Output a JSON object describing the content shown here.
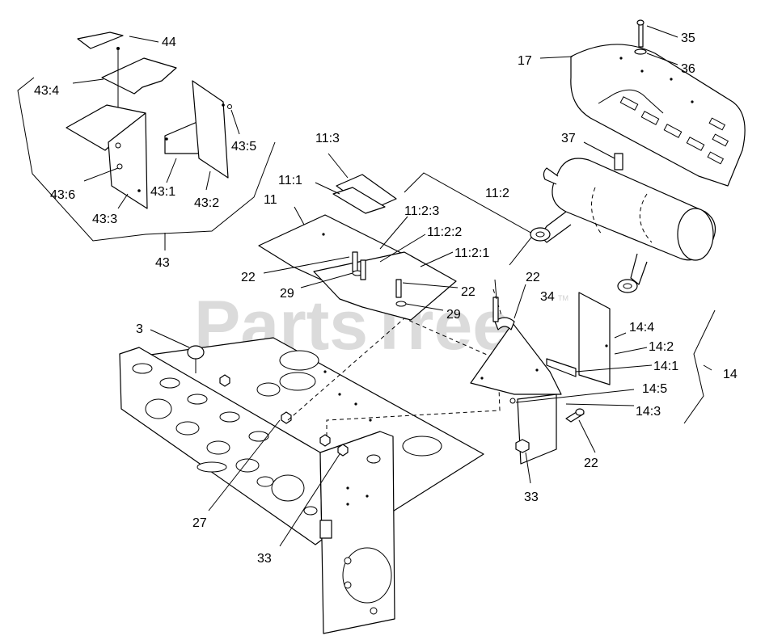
{
  "watermark": {
    "text": "PartsTree",
    "trademark": "TM"
  },
  "callouts": {
    "c44": "44",
    "c43_4": "43:4",
    "c43_5": "43:5",
    "c43_6": "43:6",
    "c43_1": "43:1",
    "c43_2": "43:2",
    "c43_3": "43:3",
    "c43": "43",
    "c11_3": "11:3",
    "c11_1": "11:1",
    "c11": "11",
    "c11_2": "11:2",
    "c11_2_3": "11:2:3",
    "c11_2_2": "11:2:2",
    "c11_2_1": "11:2:1",
    "c22_a": "22",
    "c29_a": "29",
    "c22_b": "22",
    "c29_b": "29",
    "c22_c": "22",
    "c34": "34",
    "c3": "3",
    "c17": "17",
    "c35": "35",
    "c36": "36",
    "c37": "37",
    "c14_4": "14:4",
    "c14_2": "14:2",
    "c14_1": "14:1",
    "c14": "14",
    "c14_5": "14:5",
    "c14_3": "14:3",
    "c22_d": "22",
    "c33_a": "33",
    "c27": "27",
    "c33_b": "33"
  }
}
